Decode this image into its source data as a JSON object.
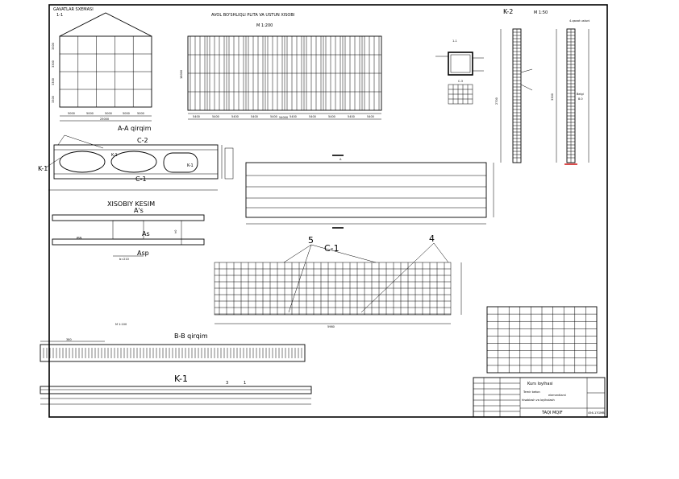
{
  "frame": {
    "title_main": "AVOL BO'SHLIQLI PLITA VA USTUN XISOBI",
    "scale_main": "M 1:200"
  },
  "facade": {
    "title": "GAVATLAR SXEMASI",
    "subtitle": "1-1",
    "total": "25000",
    "bays": [
      "5000",
      "5000",
      "5000",
      "5000",
      "5000"
    ],
    "levels": [
      "3300",
      "3300",
      "3300",
      "3300"
    ]
  },
  "plan": {
    "total": "54000",
    "spans": [
      "5400",
      "5400",
      "5400",
      "5400",
      "5400",
      "5400",
      "5400",
      "5400",
      "5400",
      "5400"
    ],
    "height": "18000"
  },
  "column_section": {
    "label_1": "1-1",
    "label_2": "C-3"
  },
  "k2": {
    "title": "K-2",
    "scale": "M 1:50",
    "note": "4-qavat ustuni",
    "labels": [
      "2700",
      "3300",
      "Belgi",
      "8.0"
    ]
  },
  "slab": {
    "title": "A-A qirqim",
    "labels": [
      "C-2",
      "K-1",
      "K-1",
      "C-1",
      "K-1"
    ]
  },
  "section": {
    "title": "XISOBIY KESIM",
    "labels": [
      "A's",
      "As",
      "Asp",
      "h0",
      "b=210",
      "ea"
    ]
  },
  "mesh": {
    "title": "C-1",
    "label_5": "5",
    "label_4": "4",
    "width": "5980"
  },
  "beam_bb": {
    "title": "B-B qirqim",
    "scale": "M 1:100",
    "dim": "380"
  },
  "beam_k1": {
    "title": "K-1",
    "mark_1": "1",
    "mark_3": "3"
  },
  "longview": {
    "mark_a": "A"
  },
  "spec_table": {
    "rows": 9,
    "cols": 10
  },
  "title_block": {
    "line1": "Kurs loyihasi",
    "line2": "Temir beton",
    "line3": "elementlarni",
    "line4": "hisoblash va loyihalash",
    "code": "TAQI MQIF",
    "sheet_code": "456-17GMB"
  }
}
